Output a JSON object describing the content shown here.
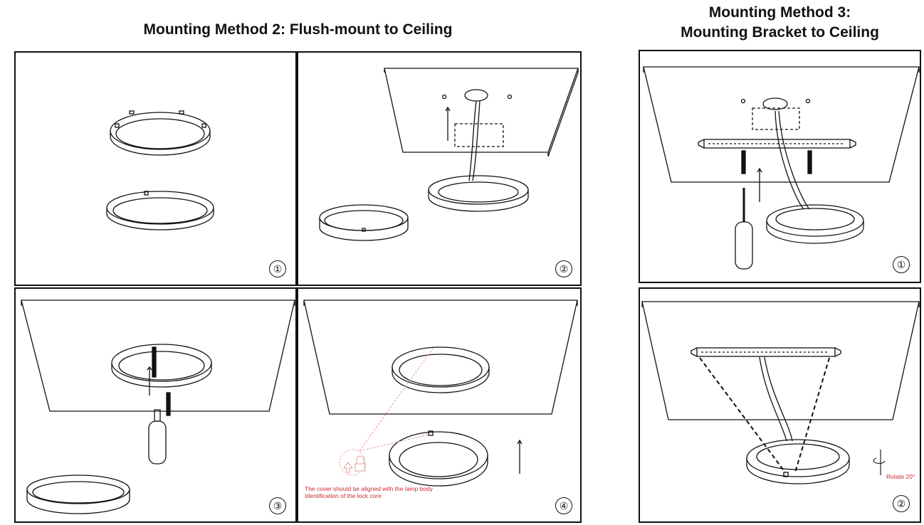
{
  "method2": {
    "title": "Mounting Method 2: Flush-mount to Ceiling"
  },
  "method3": {
    "title_line1": "Mounting Method 3:",
    "title_line2": "Mounting Bracket to Ceiling"
  },
  "steps": {
    "s1": "①",
    "s2": "②",
    "s3": "③",
    "s4": "④"
  },
  "notes": {
    "cover_aligned": "The cover should be aligned with the lamp body",
    "lock_core": "Identification of the lock core",
    "rotate": "Rotate 20°"
  },
  "colors": {
    "line": "#111111",
    "annotation_red": "#d0282e",
    "annotation_pink": "#e89aa0"
  }
}
